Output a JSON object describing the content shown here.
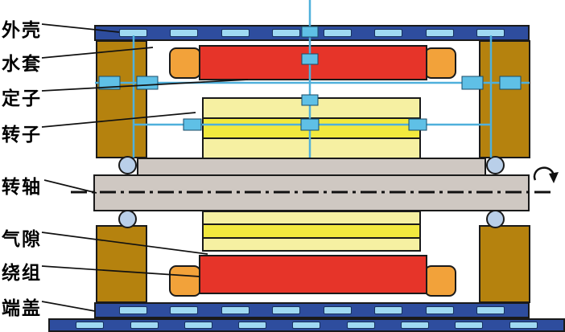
{
  "labels": {
    "housing": "外壳",
    "water_jacket": "水套",
    "stator": "定子",
    "rotor": "转子",
    "shaft": "转轴",
    "air_gap": "气隙",
    "winding": "绕组",
    "end_cover": "端盖"
  },
  "icons": {
    "rotation_arrow": "clockwise-rotation-arrow"
  },
  "colors": {
    "housing_blue": "#2e4d9e",
    "water_dash_blue": "#9fd9f2",
    "pipe_blue": "#4fb0dc",
    "marker_blue": "#5fc0e6",
    "end_cover_brown": "#b5820e",
    "winding_red": "#e63429",
    "winding_end_orange": "#f2a23a",
    "core_yellow_bright": "#f2e93e",
    "core_yellow_pale": "#f6f0a2",
    "shaft_gray": "#cfc8c2",
    "bearing_blue": "#b9cfe9",
    "outline_black": "#1a1a1a"
  }
}
